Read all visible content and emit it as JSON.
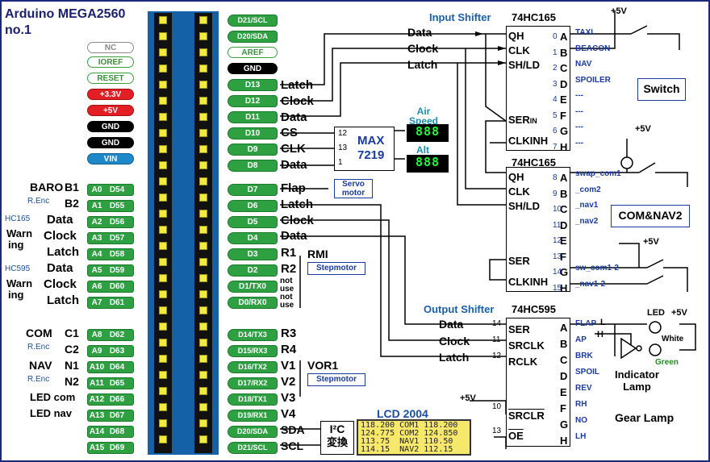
{
  "board": {
    "title_line1": "Arduino MEGA2560",
    "title_line2": "no.1"
  },
  "power_pins": [
    "NC",
    "IOREF",
    "RESET",
    "+3.3V",
    "+5V",
    "GND",
    "GND",
    "VIN"
  ],
  "analog_pins": [
    {
      "a": "A0",
      "d": "D54"
    },
    {
      "a": "A1",
      "d": "D55"
    },
    {
      "a": "A2",
      "d": "D56"
    },
    {
      "a": "A3",
      "d": "D57"
    },
    {
      "a": "A4",
      "d": "D58"
    },
    {
      "a": "A5",
      "d": "D59"
    },
    {
      "a": "A6",
      "d": "D60"
    },
    {
      "a": "A7",
      "d": "D61"
    },
    {
      "a": "A8",
      "d": "D62"
    },
    {
      "a": "A9",
      "d": "D63"
    },
    {
      "a": "A10",
      "d": "D64"
    },
    {
      "a": "A11",
      "d": "D65"
    },
    {
      "a": "A12",
      "d": "D66"
    },
    {
      "a": "A13",
      "d": "D67"
    },
    {
      "a": "A14",
      "d": "D68"
    },
    {
      "a": "A15",
      "d": "D69"
    }
  ],
  "digital_pins": [
    "D21/SCL",
    "D20/SDA",
    "AREF",
    "GND",
    "D13",
    "D12",
    "D11",
    "D10",
    "D9",
    "D8",
    "D7",
    "D6",
    "D5",
    "D4",
    "D3",
    "D2",
    "D1/TX0",
    "D0/RX0",
    "D14/TX3",
    "D15/RX3",
    "D16/TX2",
    "D17/RX2",
    "D18/TX1",
    "D19/RX1",
    "D20/SDA",
    "D21/SCL"
  ],
  "left_labels": {
    "baro": "BARO",
    "renc": "R.Enc",
    "b1": "B1",
    "b2": "B2",
    "hc165": "HC165",
    "warn1": "Warn",
    "warn2": "ing",
    "data": "Data",
    "clock": "Clock",
    "latch": "Latch",
    "hc595": "HC595",
    "com": "COM",
    "c1": "C1",
    "c2": "C2",
    "nav": "NAV",
    "n1": "N1",
    "n2": "N2",
    "ledcom": "LED com",
    "lednav": "LED nav"
  },
  "right_labels": {
    "latch": "Latch",
    "clock": "Clock",
    "data": "Data",
    "cs": "CS",
    "clk": "CLK",
    "flap": "Flap",
    "r1": "R1",
    "r2": "R2",
    "r3": "R3",
    "r4": "R4",
    "rmi": "RMI",
    "stepmotor": "Stepmotor",
    "not": "not",
    "use": "use",
    "v1": "V1",
    "v2": "V2",
    "v3": "V3",
    "v4": "V4",
    "vor1": "VOR1",
    "sda": "SDA",
    "scl": "SCL"
  },
  "max7219": {
    "line1": "MAX",
    "line2": "7219",
    "pins": [
      "12",
      "13",
      "1"
    ],
    "airspeed1": "Air",
    "airspeed2": "Speed",
    "alt": "Alt",
    "digits": "888"
  },
  "servo": {
    "line1": "Servo",
    "line2": "motor"
  },
  "i2c": {
    "line1": "I²C",
    "line2": "変換"
  },
  "lcd": {
    "title": "LCD 2004",
    "lines": [
      "118.200 COM1 118.200",
      "124.775 COM2 124.850",
      "113.75  NAV1 110.50",
      "114.15  NAV2 112.15"
    ]
  },
  "shifter1": {
    "title": "Input Shifter",
    "part": "74HC165",
    "left": [
      "QH",
      "CLK",
      "SH/LD",
      "SER",
      "CLKINH"
    ],
    "ser_sub": "IN",
    "right": [
      "A",
      "B",
      "C",
      "D",
      "E",
      "F",
      "G",
      "H"
    ],
    "nums": [
      "0",
      "1",
      "2",
      "3",
      "4",
      "5",
      "6",
      "7"
    ],
    "labels": [
      "TAXI",
      "BEACON",
      "NAV",
      "SPOILER",
      "---",
      "---",
      "---",
      "---"
    ],
    "wires": [
      "Data",
      "Clock",
      "Latch"
    ],
    "switch": "Switch",
    "vcc": "+5V"
  },
  "shifter2": {
    "part": "74HC165",
    "left": [
      "QH",
      "CLK",
      "SH/LD",
      "SER",
      "CLKINH"
    ],
    "right": [
      "A",
      "B",
      "C",
      "D",
      "E",
      "F",
      "G",
      "H"
    ],
    "nums": [
      "8",
      "9",
      "10",
      "11",
      "12",
      "13",
      "14",
      "15"
    ],
    "labels": [
      "swap_com1",
      "_com2",
      "_nav1",
      "_nav2",
      "",
      "",
      "sw_com1-2",
      "_nav1-2"
    ],
    "box": "COM&NAV2",
    "vcc1": "+5V",
    "vcc2": "+5V"
  },
  "shifter3": {
    "title": "Output Shifter",
    "part": "74HC595",
    "left": [
      "SER",
      "SRCLK",
      "RCLK",
      "SRCLR",
      "OE"
    ],
    "nums": [
      "14",
      "11",
      "12",
      "10",
      "13"
    ],
    "right": [
      "A",
      "B",
      "C",
      "D",
      "E",
      "F",
      "G",
      "H"
    ],
    "wires": [
      "Data",
      "Clock",
      "Latch"
    ],
    "vcc": "+5V",
    "labels": [
      "FLAP",
      "AP",
      "BRK",
      "SPOIL",
      "REV",
      "RH",
      "NO",
      "LH"
    ],
    "indicator1": "Indicator",
    "indicator2": "Lamp",
    "gear": "Gear Lamp",
    "led": "LED",
    "vcc2": "+5V",
    "white": "White",
    "green": "Green",
    "l": "L",
    "h": "H"
  },
  "colors": {
    "accent": "#1a5faa",
    "board": "#1461a8",
    "pin_green": "#2ea042",
    "header": "#111111",
    "led_red": "#e31e24",
    "lcd": "#f5e86a"
  }
}
